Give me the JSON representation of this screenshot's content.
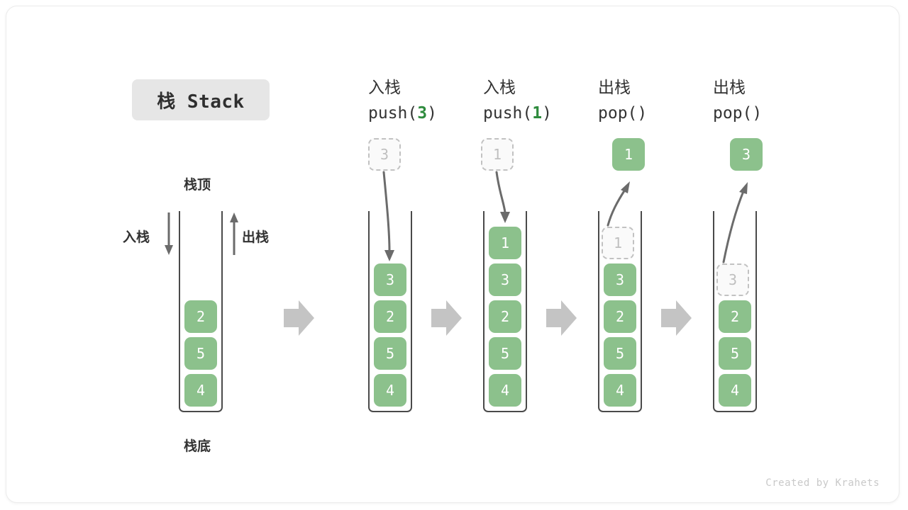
{
  "title_chip": {
    "label": "栈 Stack"
  },
  "labels": {
    "top": "栈顶",
    "bottom": "栈底",
    "push_side": "入栈",
    "pop_side": "出栈"
  },
  "credit": "Created by Krahets",
  "colors": {
    "cell_fill": "#8cc18c",
    "cell_text": "#ffffff",
    "ghost_fill": "#fafafa",
    "ghost_border": "#c2c2c2",
    "ghost_text": "#bfbfbf",
    "container_stroke": "#4a4a4a",
    "arrow_gray": "#c4c4c4",
    "curve_arrow": "#6b6b6b",
    "accent_green": "#2e8b3d",
    "chip_bg": "#e6e6e6",
    "text": "#333333"
  },
  "columns": [
    {
      "id": "initial",
      "head_cn": "",
      "head_code_prefix": "",
      "head_code_arg": "",
      "head_code_suffix": "",
      "floating": null,
      "cells": [
        {
          "value": "2",
          "state": "filled"
        },
        {
          "value": "5",
          "state": "filled"
        },
        {
          "value": "4",
          "state": "filled"
        }
      ]
    },
    {
      "id": "push-3",
      "head_cn": "入栈",
      "head_code_prefix": "push(",
      "head_code_arg": "3",
      "head_code_suffix": ")",
      "floating": {
        "value": "3",
        "state": "ghost",
        "direction": "down"
      },
      "cells": [
        {
          "value": "3",
          "state": "filled"
        },
        {
          "value": "2",
          "state": "filled"
        },
        {
          "value": "5",
          "state": "filled"
        },
        {
          "value": "4",
          "state": "filled"
        }
      ]
    },
    {
      "id": "push-1",
      "head_cn": "入栈",
      "head_code_prefix": "push(",
      "head_code_arg": "1",
      "head_code_suffix": ")",
      "floating": {
        "value": "1",
        "state": "ghost",
        "direction": "down"
      },
      "cells": [
        {
          "value": "1",
          "state": "filled"
        },
        {
          "value": "3",
          "state": "filled"
        },
        {
          "value": "2",
          "state": "filled"
        },
        {
          "value": "5",
          "state": "filled"
        },
        {
          "value": "4",
          "state": "filled"
        }
      ]
    },
    {
      "id": "pop-1",
      "head_cn": "出栈",
      "head_code_prefix": "pop(",
      "head_code_arg": "",
      "head_code_suffix": ")",
      "floating": {
        "value": "1",
        "state": "filled",
        "direction": "up"
      },
      "cells": [
        {
          "value": "1",
          "state": "ghost"
        },
        {
          "value": "3",
          "state": "filled"
        },
        {
          "value": "2",
          "state": "filled"
        },
        {
          "value": "5",
          "state": "filled"
        },
        {
          "value": "4",
          "state": "filled"
        }
      ]
    },
    {
      "id": "pop-3",
      "head_cn": "出栈",
      "head_code_prefix": "pop(",
      "head_code_arg": "",
      "head_code_suffix": ")",
      "floating": {
        "value": "3",
        "state": "filled",
        "direction": "up"
      },
      "cells": [
        {
          "value": "3",
          "state": "ghost"
        },
        {
          "value": "2",
          "state": "filled"
        },
        {
          "value": "5",
          "state": "filled"
        },
        {
          "value": "4",
          "state": "filled"
        }
      ]
    }
  ]
}
